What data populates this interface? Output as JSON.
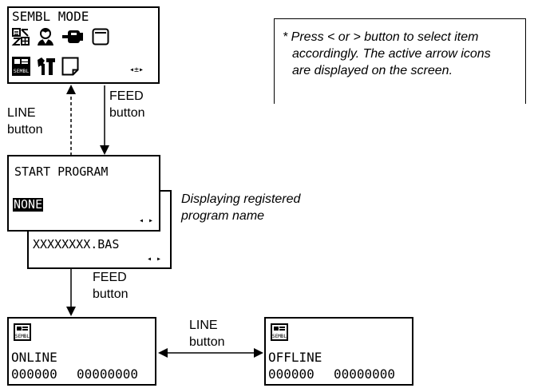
{
  "sembl_screen": {
    "title": "SEMBL MODE",
    "icons_row1": [
      "display-settings-icon",
      "user-icon",
      "interface-connector-icon",
      "storage-card-icon"
    ],
    "icons_row2": [
      "sembl-icon",
      "tools-icon",
      "document-icon"
    ],
    "nav_indicator": "◂±▸"
  },
  "note_box": {
    "lines": [
      "* Press < or > button to select item",
      "accordingly. The active arrow icons",
      "are displayed on the screen."
    ]
  },
  "arrows": {
    "line_button": [
      "LINE",
      "button"
    ],
    "feed_button_1": [
      "FEED",
      "button"
    ],
    "feed_button_2": [
      "FEED",
      "button"
    ],
    "line_button_2": [
      "LINE",
      "button"
    ]
  },
  "start_program_screen": {
    "title": "START PROGRAM",
    "selected_value": "NONE",
    "nav_indicator": "◂ ▸"
  },
  "program_name_screen": {
    "value": "XXXXXXXX.BAS",
    "nav_indicator": "◂ ▸"
  },
  "displaying_note": [
    "Displaying registered",
    "program name"
  ],
  "online_screen": {
    "icon_label": "SEMBL",
    "status": "ONLINE",
    "counter_left": "000000",
    "counter_right": "00000000"
  },
  "offline_screen": {
    "icon_label": "SEMBL",
    "status": "OFFLINE",
    "counter_left": "000000",
    "counter_right": "00000000"
  }
}
